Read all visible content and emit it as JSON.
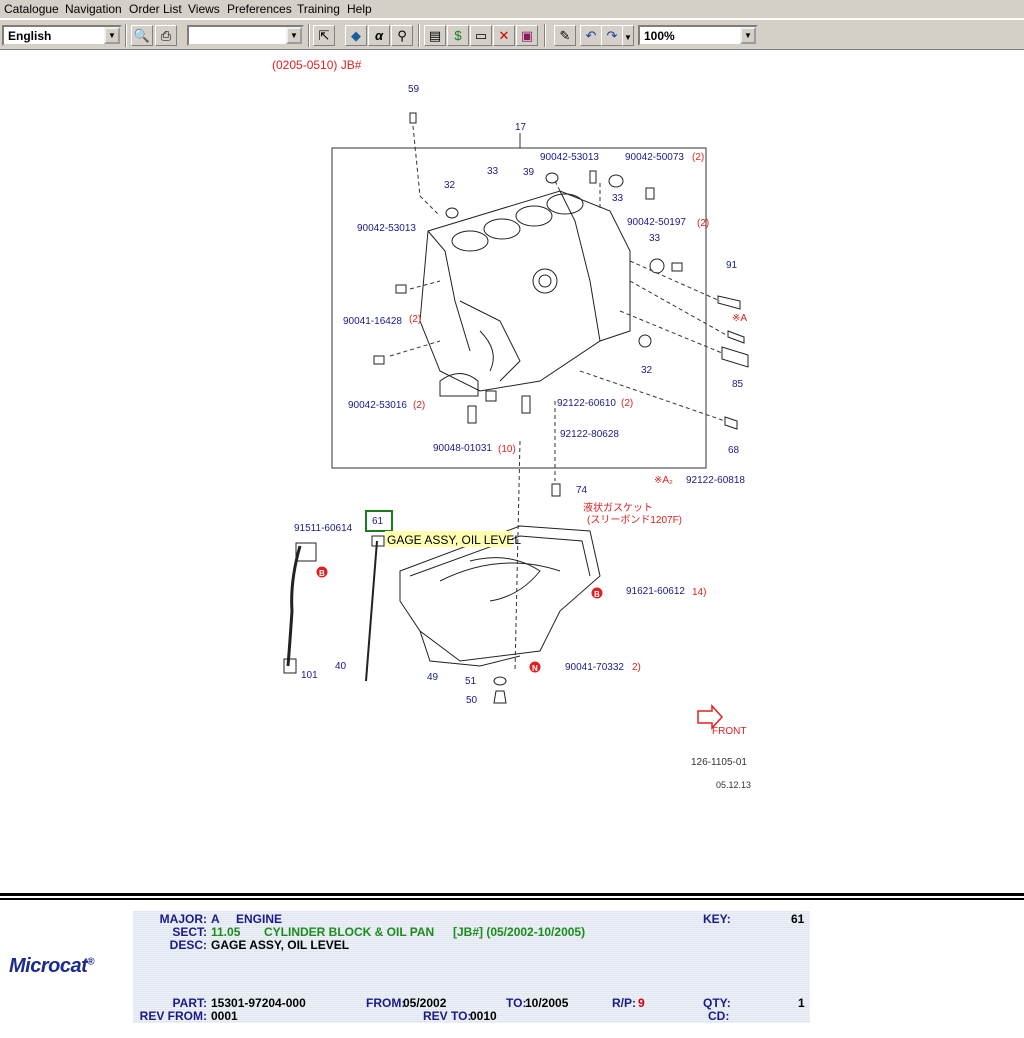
{
  "menu": [
    "Catalogue",
    "Navigation",
    "Order List",
    "Views",
    "Preferences",
    "Training",
    "Help"
  ],
  "toolbar": {
    "language": "English",
    "model_select": "",
    "zoom": "100%"
  },
  "diagram": {
    "header": "(0205-0510) JB#",
    "ref_number": "126-1105-01",
    "date_code": "05.12.13",
    "front_label": "FRONT",
    "note_asA": "※A",
    "note_asA2": "※A₂",
    "jp_note_1": "液状ガスケット",
    "jp_note_2": "(スリーボンド1207F)",
    "tooltip": "GAGE ASSY, OIL LEVEL",
    "selected_ref": "61",
    "callouts": [
      {
        "id": "59"
      },
      {
        "id": "17"
      },
      {
        "id": "33a",
        "text": "33"
      },
      {
        "id": "39",
        "text": "39"
      },
      {
        "id": "32a",
        "text": "32"
      },
      {
        "id": "33b",
        "text": "33"
      },
      {
        "id": "33c",
        "text": "33"
      },
      {
        "id": "91",
        "text": "91"
      },
      {
        "id": "85",
        "text": "85"
      },
      {
        "id": "32b",
        "text": "32"
      },
      {
        "id": "68",
        "text": "68"
      },
      {
        "id": "74",
        "text": "74"
      },
      {
        "id": "40",
        "text": "40"
      },
      {
        "id": "101",
        "text": "101"
      },
      {
        "id": "49",
        "text": "49"
      },
      {
        "id": "51",
        "text": "51"
      },
      {
        "id": "50",
        "text": "50"
      }
    ],
    "parts": {
      "p1": "90042-53013",
      "p2": "90042-50073",
      "p2q": "(2)",
      "p3": "90042-53013",
      "p4": "90042-50197",
      "p4q": "(2)",
      "p5": "90041-16428",
      "p5q": "(2)",
      "p6": "90042-53016",
      "p6q": "(2)",
      "p7": "92122-60610",
      "p7q": "(2)",
      "p8": "92122-80628",
      "p9": "90048-01031",
      "p9q": "(10)",
      "p10": "92122-60818",
      "p11": "91511-60614",
      "p12": "91621-60612",
      "p12q": "14)",
      "p13": "90041-70332",
      "p13q": "2)"
    },
    "markers": {
      "b1": "B",
      "b2": "B",
      "n1": "N"
    }
  },
  "info": {
    "logo": "Microcat",
    "logo_mark": "®",
    "major_label": "MAJOR:",
    "major_code": "A",
    "major_name": "ENGINE",
    "key_label": "KEY:",
    "key_value": "61",
    "sect_label": "SECT:",
    "sect_code": "11.05",
    "sect_name": "CYLINDER BLOCK & OIL PAN",
    "sect_range": "[JB#] (05/2002-10/2005)",
    "desc_label": "DESC:",
    "desc_value": "GAGE ASSY, OIL LEVEL",
    "part_label": "PART:",
    "part_value": "15301-97204-000",
    "from_label": "FROM:",
    "from_value": "05/2002",
    "to_label": "TO:",
    "to_value": "10/2005",
    "rp_label": "R/P:",
    "rp_value": "9",
    "qty_label": "QTY:",
    "qty_value": "1",
    "revfrom_label": "REV FROM:",
    "revfrom_value": "0001",
    "revto_label": "REV TO:",
    "revto_value": "0010",
    "cd_label": "CD:",
    "cd_value": ""
  }
}
